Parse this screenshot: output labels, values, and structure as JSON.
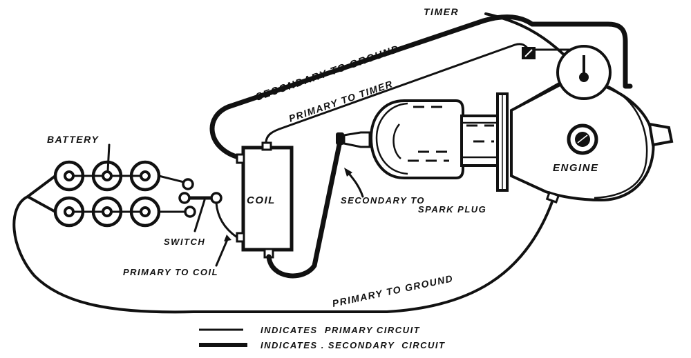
{
  "diagram": {
    "labels": {
      "timer": "TIMER",
      "secondary_to_ground": "SECONDARY TO GROUND",
      "primary_to_timer": "PRIMARY TO TIMER",
      "battery": "BATTERY",
      "coil": "COIL",
      "engine": "ENGINE",
      "secondary_to": "SECONDARY TO",
      "spark_plug": "SPARK PLUG",
      "switch": "SWITCH",
      "primary_to_coil": "PRIMARY TO COIL",
      "primary_to_ground": "PRIMARY TO GROUND"
    },
    "legend": [
      {
        "line": "thin",
        "text": "INDICATES  PRIMARY CIRCUIT"
      },
      {
        "line": "thick",
        "text": "INDICATES . SECONDARY  CIRCUIT"
      }
    ],
    "battery_cells": {
      "rows": 2,
      "per_row": 3
    },
    "colors": {
      "ink": "#111111",
      "paper": "#ffffff"
    }
  }
}
